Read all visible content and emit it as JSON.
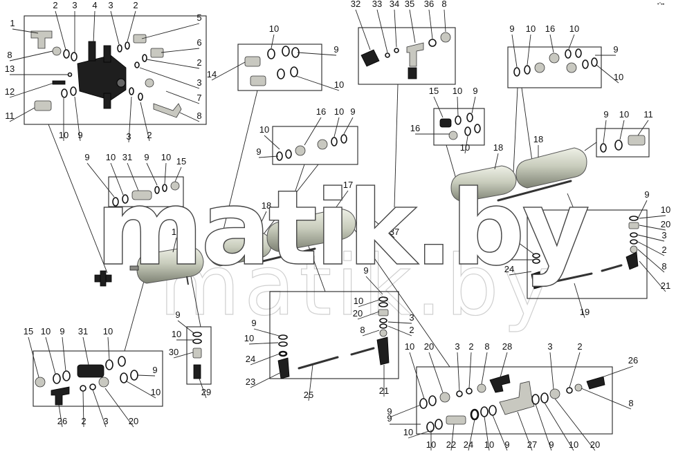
{
  "watermark": {
    "main": "matik.by",
    "secondary": "matik.by"
  },
  "corner_mark": "•°▪▪",
  "callouts": [
    {
      "id": "c1",
      "text": "1"
    },
    {
      "id": "c2",
      "text": "2"
    },
    {
      "id": "c3",
      "text": "3"
    },
    {
      "id": "c4",
      "text": "4"
    },
    {
      "id": "c5",
      "text": "3"
    },
    {
      "id": "c6",
      "text": "2"
    },
    {
      "id": "c7",
      "text": "5"
    },
    {
      "id": "c8",
      "text": "6"
    },
    {
      "id": "c9",
      "text": "2"
    },
    {
      "id": "c10",
      "text": "3"
    },
    {
      "id": "c11",
      "text": "8"
    },
    {
      "id": "c12",
      "text": "7"
    },
    {
      "id": "c13",
      "text": "8"
    },
    {
      "id": "c14",
      "text": "13"
    },
    {
      "id": "c15",
      "text": "12"
    },
    {
      "id": "c16",
      "text": "11"
    },
    {
      "id": "c17",
      "text": "10"
    },
    {
      "id": "c18",
      "text": "9"
    },
    {
      "id": "c19",
      "text": "3"
    },
    {
      "id": "c20",
      "text": "2"
    },
    {
      "id": "c21",
      "text": "10"
    },
    {
      "id": "c22",
      "text": "9"
    },
    {
      "id": "c23",
      "text": "14"
    },
    {
      "id": "c24",
      "text": "10"
    },
    {
      "id": "c25",
      "text": "32"
    },
    {
      "id": "c26",
      "text": "33"
    },
    {
      "id": "c27",
      "text": "34"
    },
    {
      "id": "c28",
      "text": "35"
    },
    {
      "id": "c29",
      "text": "36"
    },
    {
      "id": "c30",
      "text": "8"
    },
    {
      "id": "c31",
      "text": "9"
    },
    {
      "id": "c32",
      "text": "10"
    },
    {
      "id": "c33",
      "text": "16"
    },
    {
      "id": "c34",
      "text": "10"
    },
    {
      "id": "c35",
      "text": "9"
    },
    {
      "id": "c36",
      "text": "10"
    },
    {
      "id": "c37",
      "text": "15"
    },
    {
      "id": "c38",
      "text": "10"
    },
    {
      "id": "c39",
      "text": "9"
    },
    {
      "id": "c40",
      "text": "16"
    },
    {
      "id": "c41",
      "text": "10"
    },
    {
      "id": "c42",
      "text": "18"
    },
    {
      "id": "c43",
      "text": "18"
    },
    {
      "id": "c44",
      "text": "9"
    },
    {
      "id": "c45",
      "text": "10"
    },
    {
      "id": "c46",
      "text": "11"
    },
    {
      "id": "c47",
      "text": "16"
    },
    {
      "id": "c48",
      "text": "10"
    },
    {
      "id": "c49",
      "text": "9"
    },
    {
      "id": "c50",
      "text": "10"
    },
    {
      "id": "c51",
      "text": "9"
    },
    {
      "id": "c52",
      "text": "9"
    },
    {
      "id": "c53",
      "text": "10"
    },
    {
      "id": "c54",
      "text": "31"
    },
    {
      "id": "c55",
      "text": "9"
    },
    {
      "id": "c56",
      "text": "10"
    },
    {
      "id": "c57",
      "text": "15"
    },
    {
      "id": "c58",
      "text": "17"
    },
    {
      "id": "c59",
      "text": "18"
    },
    {
      "id": "c60",
      "text": "37"
    },
    {
      "id": "c61",
      "text": "18"
    },
    {
      "id": "c62",
      "text": "9"
    },
    {
      "id": "c63",
      "text": "10"
    },
    {
      "id": "c64",
      "text": "20"
    },
    {
      "id": "c65",
      "text": "3"
    },
    {
      "id": "c66",
      "text": "2"
    },
    {
      "id": "c67",
      "text": "8"
    },
    {
      "id": "c68",
      "text": "21"
    },
    {
      "id": "c69",
      "text": "9"
    },
    {
      "id": "c70",
      "text": "10"
    },
    {
      "id": "c71",
      "text": "24"
    },
    {
      "id": "c72",
      "text": "23"
    },
    {
      "id": "c73",
      "text": "19"
    },
    {
      "id": "c74",
      "text": "9"
    },
    {
      "id": "c75",
      "text": "10"
    },
    {
      "id": "c76",
      "text": "20"
    },
    {
      "id": "c77",
      "text": "3"
    },
    {
      "id": "c78",
      "text": "2"
    },
    {
      "id": "c79",
      "text": "8"
    },
    {
      "id": "c80",
      "text": "9"
    },
    {
      "id": "c81",
      "text": "10"
    },
    {
      "id": "c82",
      "text": "24"
    },
    {
      "id": "c83",
      "text": "23"
    },
    {
      "id": "c84",
      "text": "25"
    },
    {
      "id": "c85",
      "text": "21"
    },
    {
      "id": "c86",
      "text": "9"
    },
    {
      "id": "c87",
      "text": "10"
    },
    {
      "id": "c88",
      "text": "30"
    },
    {
      "id": "c89",
      "text": "29"
    },
    {
      "id": "c90",
      "text": "15"
    },
    {
      "id": "c91",
      "text": "10"
    },
    {
      "id": "c92",
      "text": "9"
    },
    {
      "id": "c93",
      "text": "31"
    },
    {
      "id": "c94",
      "text": "10"
    },
    {
      "id": "c95",
      "text": "9"
    },
    {
      "id": "c96",
      "text": "10"
    },
    {
      "id": "c97",
      "text": "26"
    },
    {
      "id": "c98",
      "text": "2"
    },
    {
      "id": "c99",
      "text": "3"
    },
    {
      "id": "c100",
      "text": "20"
    },
    {
      "id": "c101",
      "text": "10"
    },
    {
      "id": "c102",
      "text": "20"
    },
    {
      "id": "c103",
      "text": "3"
    },
    {
      "id": "c104",
      "text": "2"
    },
    {
      "id": "c105",
      "text": "8"
    },
    {
      "id": "c106",
      "text": "28"
    },
    {
      "id": "c107",
      "text": "3"
    },
    {
      "id": "c108",
      "text": "2"
    },
    {
      "id": "c109",
      "text": "26"
    },
    {
      "id": "c110",
      "text": "8"
    },
    {
      "id": "c111",
      "text": "9"
    },
    {
      "id": "c112",
      "text": "10"
    },
    {
      "id": "c113",
      "text": "22"
    },
    {
      "id": "c114",
      "text": "24"
    },
    {
      "id": "c115",
      "text": "10"
    },
    {
      "id": "c116",
      "text": "9"
    },
    {
      "id": "c117",
      "text": "27"
    },
    {
      "id": "c118",
      "text": "9"
    },
    {
      "id": "c119",
      "text": "10"
    },
    {
      "id": "c120",
      "text": "20"
    },
    {
      "id": "c121",
      "text": "9"
    },
    {
      "id": "c122",
      "text": "10"
    }
  ]
}
